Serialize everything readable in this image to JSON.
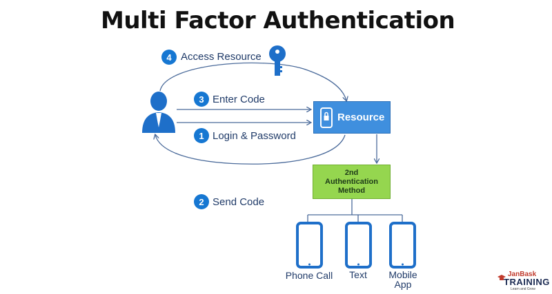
{
  "title": "Multi Factor Authentication",
  "steps": [
    {
      "number": "4",
      "label": "Access Resource"
    },
    {
      "number": "3",
      "label": "Enter Code"
    },
    {
      "number": "1",
      "label": "Login & Password"
    },
    {
      "number": "2",
      "label": "Send Code"
    }
  ],
  "resource_label": "Resource",
  "auth_method": {
    "line1": "2nd",
    "line2": "Authentication",
    "line3": "Method"
  },
  "devices": [
    {
      "line1": "Phone Call",
      "line2": ""
    },
    {
      "line1": "Text",
      "line2": ""
    },
    {
      "line1": "Mobile",
      "line2": "App"
    }
  ],
  "logo": {
    "brand": "JanBask",
    "name": "TRAINING",
    "tagline": "Learn and Grow"
  },
  "colors": {
    "accent": "#1677d2",
    "resource_box": "#3f8fde",
    "auth_box": "#95d64f",
    "text": "#1f3a68"
  },
  "icons": [
    "user-icon",
    "key-icon",
    "phone-lock-icon",
    "mobile-phone-icon"
  ]
}
